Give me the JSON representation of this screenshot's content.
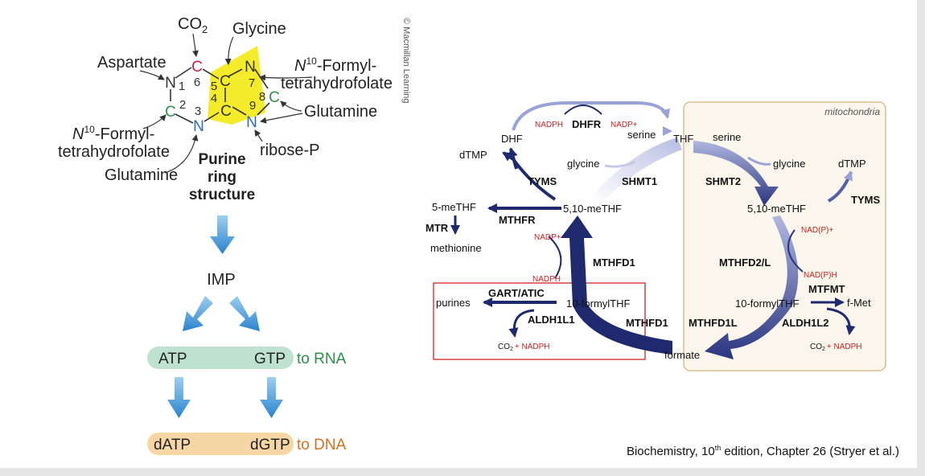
{
  "purine": {
    "source_co2": "CO",
    "source_co2_sub": "2",
    "source_glycine": "Glycine",
    "source_aspartate": "Aspartate",
    "source_formyl_top_n": "N",
    "source_formyl_top_sup": "10",
    "source_formyl_top_1": "-Formyl-",
    "source_formyl_top_2": "tetrahydrofolate",
    "source_glutamine_right": "Glutamine",
    "source_formyl_left_n": "N",
    "source_formyl_left_sup": "10",
    "source_formyl_left_1": "-Formyl-",
    "source_formyl_left_2": "tetrahydrofolate",
    "source_glutamine_bottom": "Glutamine",
    "ribose": "ribose-P",
    "title_1": "Purine",
    "title_2": "ring",
    "title_3": "structure",
    "watermark": "© Macmillan Learning",
    "atoms": {
      "c6": "C",
      "n1": "N",
      "c2": "C",
      "n3": "N",
      "c4": "C",
      "c5": "C",
      "n7": "N",
      "c8": "C",
      "n9": "N"
    },
    "positions": {
      "p6": "6",
      "p1": "1",
      "p2": "2",
      "p3": "3",
      "p4": "4",
      "p5": "5",
      "p7": "7",
      "p8": "8",
      "p9": "9"
    }
  },
  "nucleotides": {
    "imp": "IMP",
    "atp": "ATP",
    "gtp": "GTP",
    "to_rna": "to RNA",
    "datp": "dATP",
    "dgtp": "dGTP",
    "to_dna": "to DNA"
  },
  "pathway": {
    "mito_label": "mitochondria",
    "cyto": {
      "nadph_dhfr": "NADPH",
      "dhfr": "DHFR",
      "nadp_dhfr": "NADP+",
      "dhf": "DHF",
      "serine": "serine",
      "thf": "THF",
      "dtmp": "dTMP",
      "glycine": "glycine",
      "tyms": "TYMS",
      "shmt1": "SHMT1",
      "five_methf": "5-meTHF",
      "mthfr": "MTHFR",
      "methylene": "5,10-meTHF",
      "mtr": "MTR",
      "nadp_plus": "NADP+",
      "methionine": "methionine",
      "mthfd1_upper": "MTHFD1",
      "nadph": "NADPH",
      "gart_atic": "GART/ATIC",
      "purines": "purines",
      "formylthf": "10-formylTHF",
      "aldh1l1": "ALDH1L1",
      "mthfd1_lower": "MTHFD1",
      "co2": "CO",
      "co2_sub": "2",
      "co2_nadph": "+ NADPH",
      "formate": "formate"
    },
    "mito": {
      "serine": "serine",
      "shmt2": "SHMT2",
      "glycine": "glycine",
      "dtmp": "dTMP",
      "methylene": "5,10-meTHF",
      "tyms": "TYMS",
      "nadp_plus": "NAD(P)+",
      "mthfd2l": "MTHFD2/L",
      "nadph": "NAD(P)H",
      "mtfmt": "MTFMT",
      "formylthf": "10-formylTHF",
      "fmet": "f-Met",
      "mthfd1l": "MTHFD1L",
      "aldh1l2": "ALDH1L2",
      "co2": "CO",
      "co2_sub": "2",
      "co2_nadph": "+ NADPH"
    }
  },
  "caption": {
    "prefix": "Biochemistry, 10",
    "sup": "th",
    "suffix": " edition, Chapter 26 (Stryer et al.)"
  },
  "colors": {
    "navy": "#1f2a6e",
    "light_arrow": "#9aa3d6",
    "red": "#cc2222",
    "nitrogen_blue": "#2a6db5",
    "carbon_green": "#2f8f4e",
    "carbon_red": "#d6204a",
    "yellow": "#f4ec2a",
    "cyan_arrow": "#4a9fd8",
    "rna_bar": "#bfe1d0",
    "dna_bar": "#f7d6a6",
    "rna_text": "#2f8f4e",
    "dna_text": "#d6701c",
    "mito_fill": "#fbf6ec",
    "mito_border": "#d4bf8e"
  }
}
